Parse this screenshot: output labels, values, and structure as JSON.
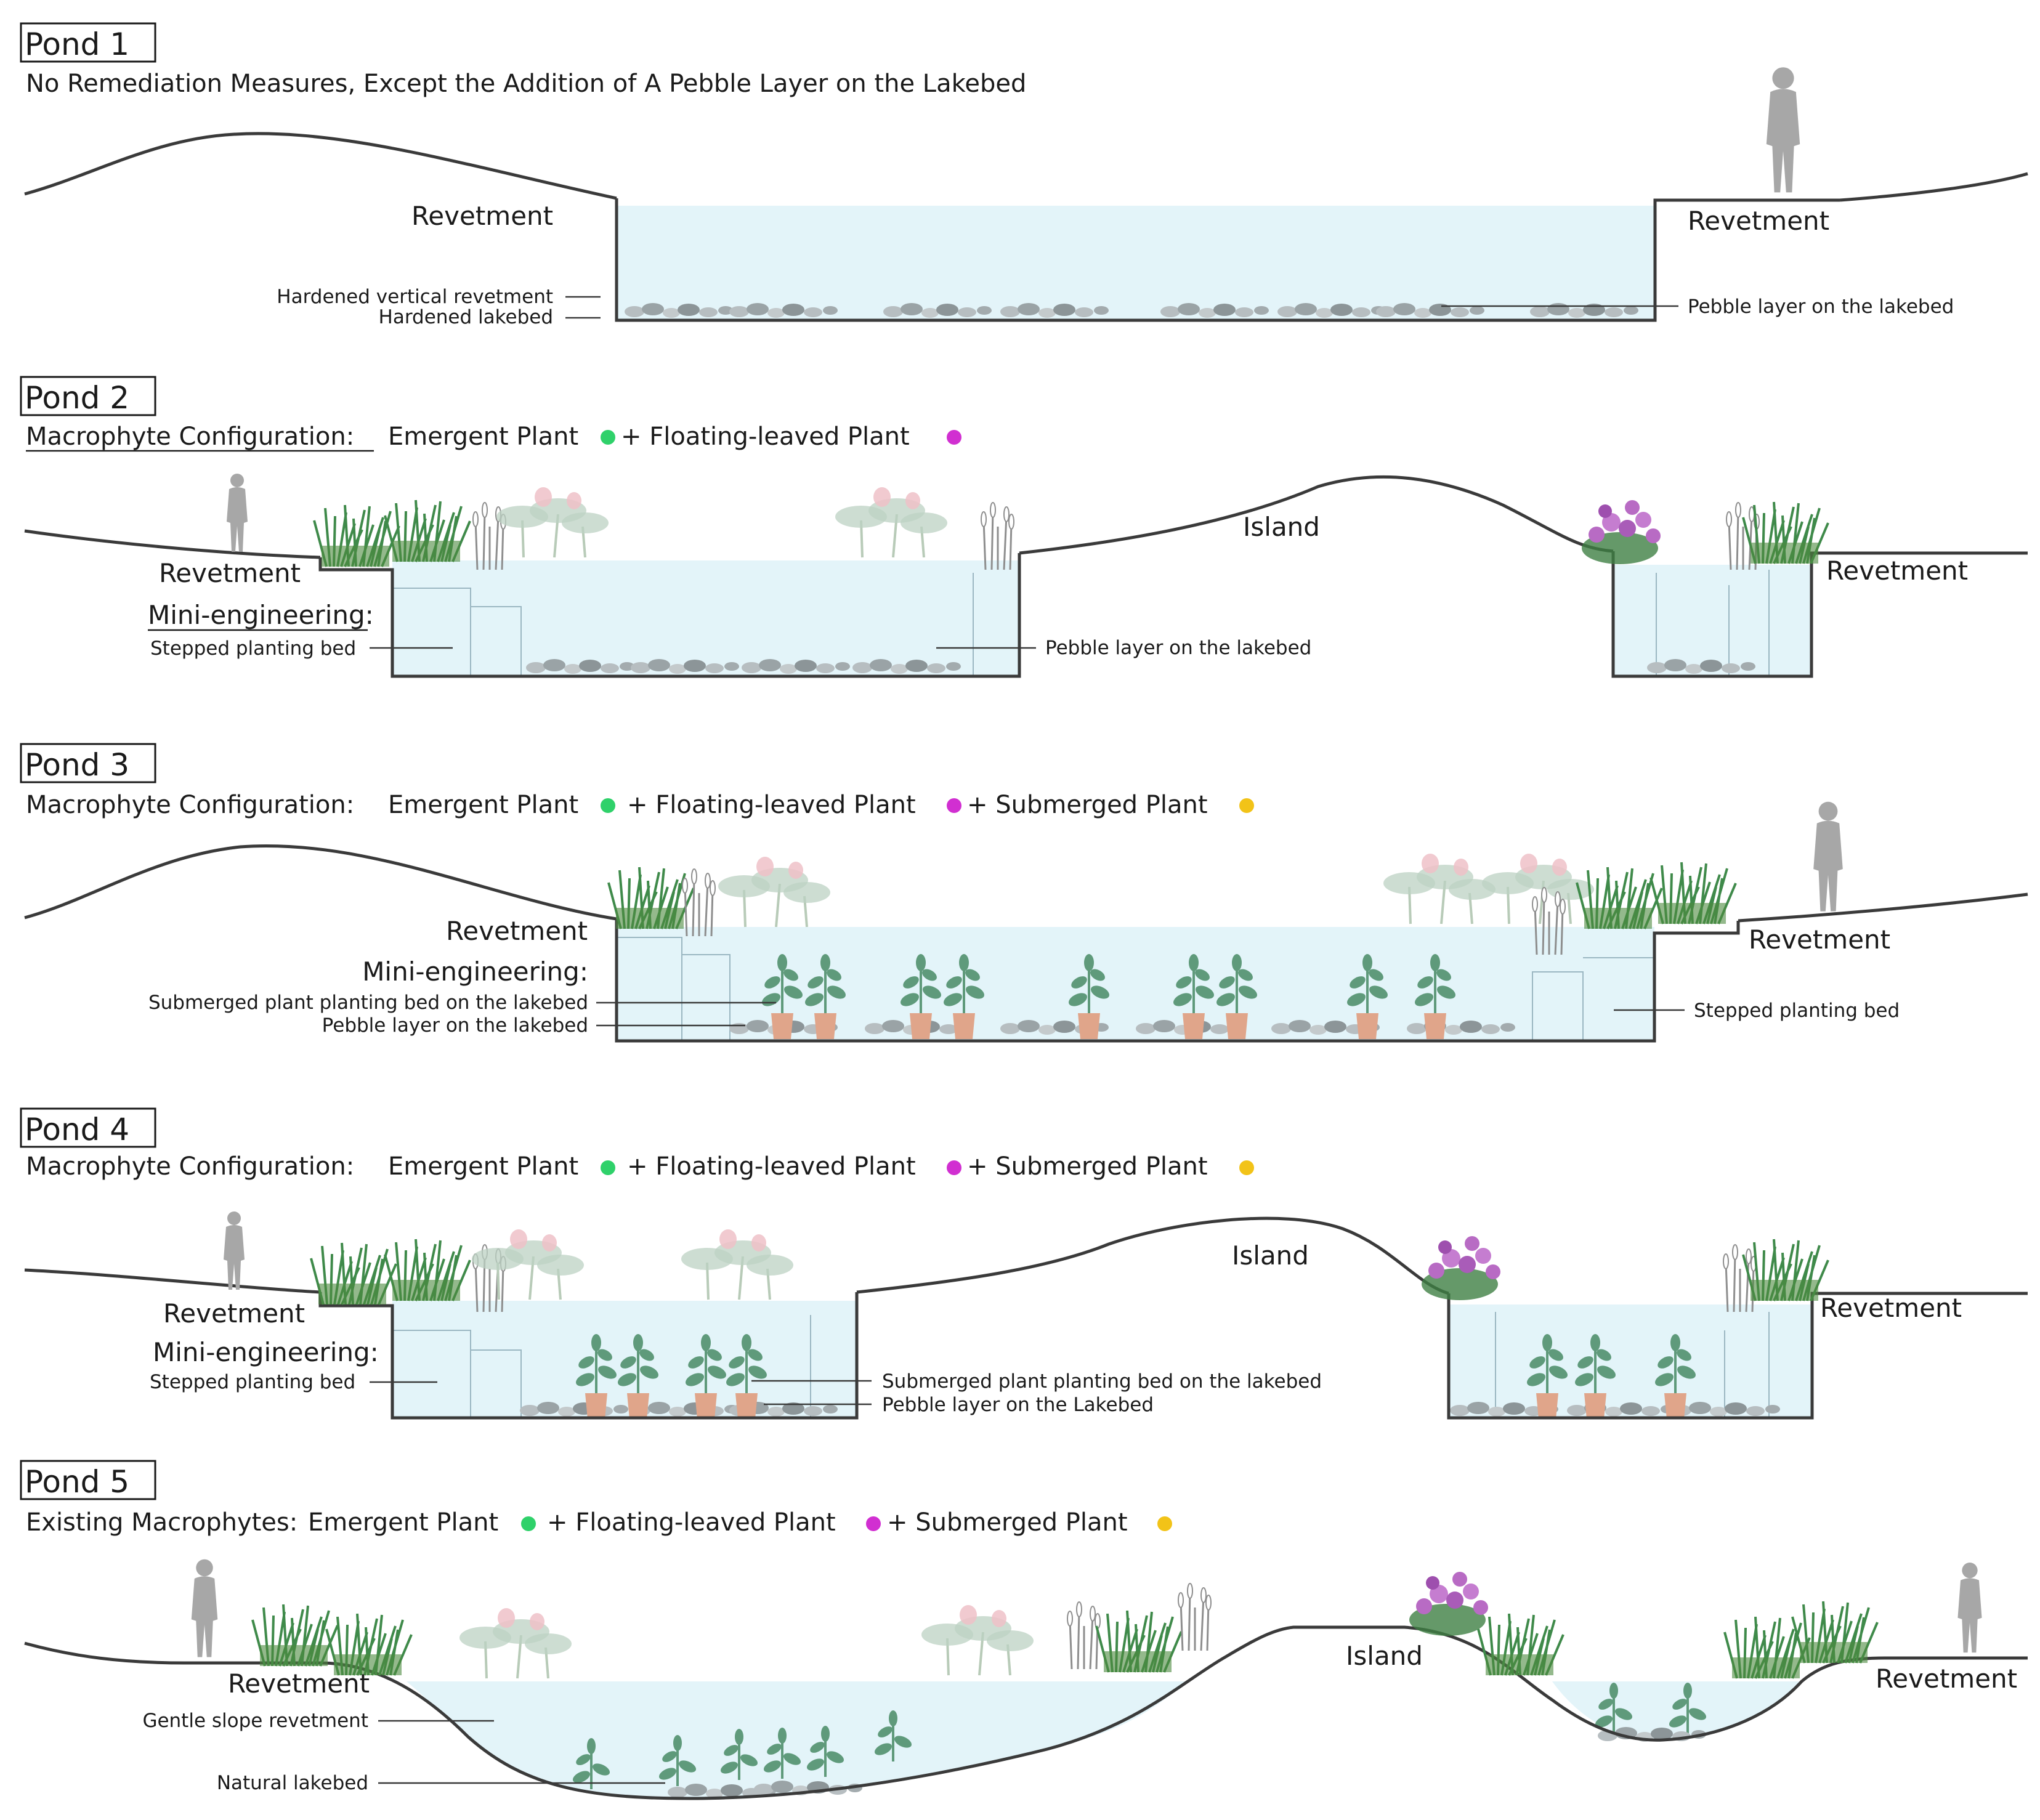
{
  "colors": {
    "emergent": "#2fd16a",
    "floating": "#d12fd1",
    "submerged": "#f2c318",
    "water": "#e3f4f9",
    "line": "#3a3a3a",
    "pebble": "#9aa3a6",
    "pot": "#e0a58a",
    "leaf": "#5f9a7b"
  },
  "ponds": [
    {
      "title": "Pond  1",
      "description": "No Remediation Measures, Except the Addition of A Pebble Layer on the Lakebed",
      "labels": {
        "revetment_left": "Revetment",
        "revetment_right": "Revetment",
        "hardened_revetment": "Hardened vertical revetment",
        "hardened_lakebed": "Hardened lakebed",
        "pebble": "Pebble  layer on the lakebed"
      }
    },
    {
      "title": "Pond  2",
      "config_label": "Macrophyte Configuration:",
      "config": [
        "Emergent Plant",
        "+ Floating-leaved Plant"
      ],
      "labels": {
        "revetment_left": "Revetment",
        "revetment_right": "Revetment",
        "island": "Island",
        "mini_engineering": "Mini-engineering:",
        "stepped_bed": "Stepped planting  bed",
        "pebble": "Pebble layer on the lakebed"
      }
    },
    {
      "title": "Pond  3",
      "config_label": "Macrophyte Configuration:",
      "config": [
        "Emergent Plant",
        "+ Floating-leaved Plant",
        "+ Submerged Plant"
      ],
      "labels": {
        "revetment_left": "Revetment",
        "revetment_right": "Revetment",
        "mini_engineering": "Mini-engineering:",
        "submerged_bed": "Submerged plant planting  bed on the lakebed",
        "pebble": "Pebble  layer on the lakebed",
        "stepped_bed": "Stepped planting  bed"
      }
    },
    {
      "title": "Pond 4",
      "config_label": "Macrophyte Configuration:",
      "config": [
        "Emergent Plant",
        "+ Floating-leaved Plant",
        "+ Submerged Plant"
      ],
      "labels": {
        "revetment_left": "Revetment",
        "revetment_right": "Revetment",
        "island": "Island",
        "mini_engineering": "Mini-engineering:",
        "stepped_bed": "Stepped planting  bed",
        "submerged_bed": "Submerged plant planting  bed on the lakebed",
        "pebble": "Pebble  layer on the Lakebed"
      }
    },
    {
      "title": "Pond 5",
      "config_label": "Existing Macrophytes:",
      "config": [
        "Emergent Plant",
        "+ Floating-leaved Plant",
        "+ Submerged Plant"
      ],
      "labels": {
        "revetment_left": "Revetment",
        "revetment_right": "Revetment",
        "island": "Island",
        "gentle_slope": "Gentle slope revetment",
        "natural_lakebed": "Natural  lakebed"
      }
    }
  ]
}
